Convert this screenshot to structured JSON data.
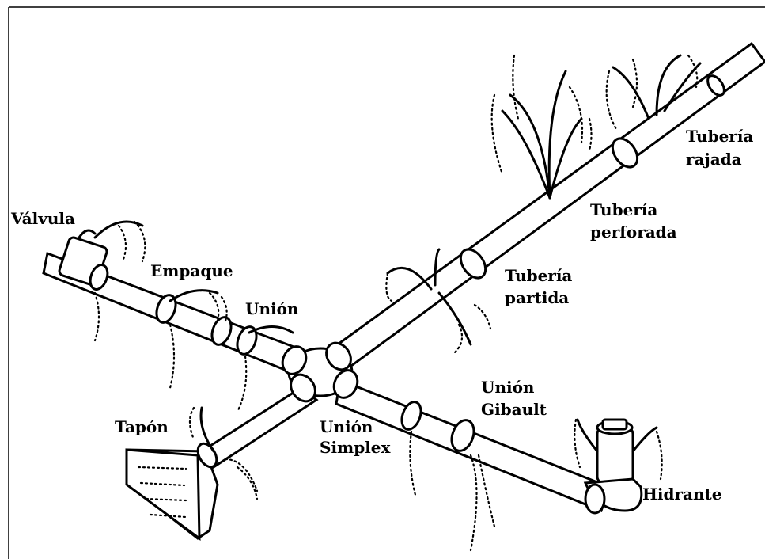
{
  "labels": {
    "valvula": "Válvula",
    "empaque": "Empaque",
    "union": "Unión",
    "tapon": "Tapón",
    "union_simplex_1": "Unión",
    "union_simplex_2": "Simplex",
    "union_gibault_1": "Unión",
    "union_gibault_2": "Gibault",
    "hidrante": "Hidrante",
    "tuberia_partida_1": "Tubería",
    "tuberia_partida_2": "partida",
    "tuberia_perforada_1": "Tubería",
    "tuberia_perforada_2": "perforada",
    "tuberia_rajada_1": "Tubería",
    "tuberia_rajada_2": "rajada"
  }
}
